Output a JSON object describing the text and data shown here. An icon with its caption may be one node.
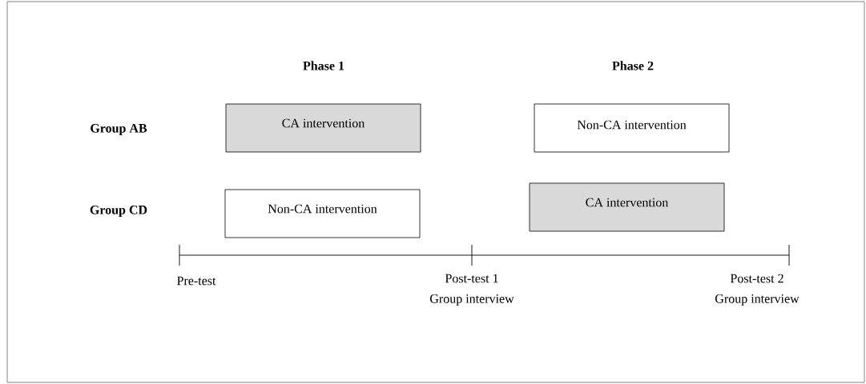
{
  "diagram": {
    "nodes": [
      {
        "text": [
          "CA intervention"
        ]
      },
      {
        "text": [
          "Non-CA intervention"
        ]
      },
      {
        "text": [
          "Non-CA intervention"
        ]
      },
      {
        "text": [
          "CA intervention"
        ]
      }
    ],
    "labels": [
      "Phase 1",
      "Phase 2",
      "Group AB",
      "Group CD",
      "Pre-test",
      "Post-test 1",
      "Group interview",
      "Post-test 2",
      "Group interview"
    ]
  }
}
